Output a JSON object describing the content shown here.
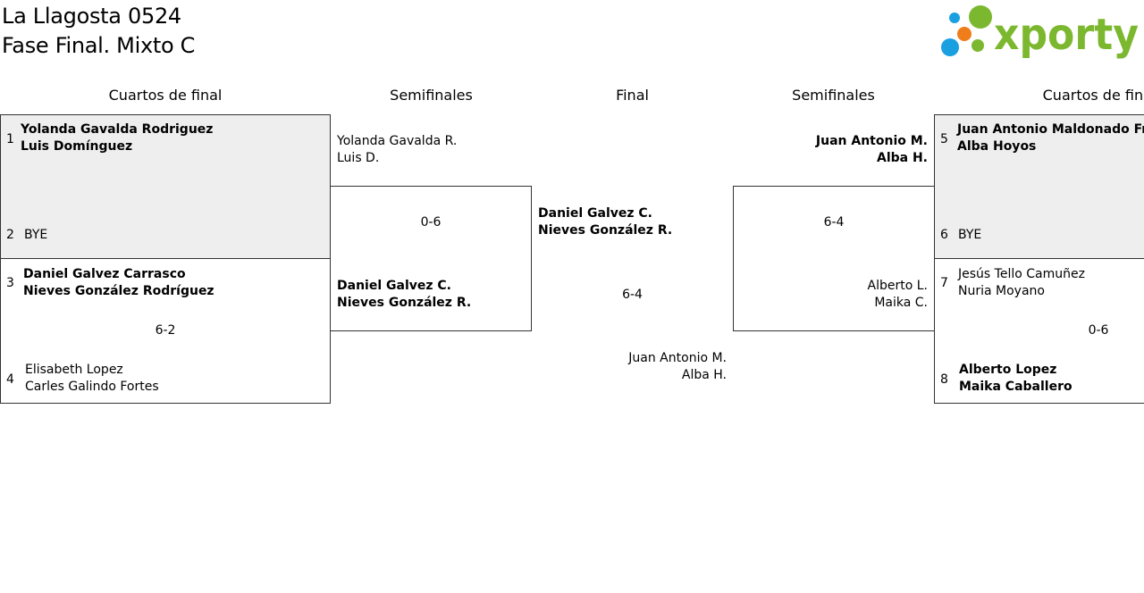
{
  "header": {
    "title_line1": "La Llagosta 0524",
    "title_line2": "Fase Final. Mixto C",
    "logo_text": "xporty",
    "logo_colors": {
      "green": "#7cb82f",
      "blue": "#1a9fe0",
      "orange": "#ef7d1a"
    }
  },
  "columns": {
    "left_quarters": "Cuartos de final",
    "left_semis": "Semifinales",
    "final": "Final",
    "right_semis": "Semifinales",
    "right_quarters": "Cuartos de final"
  },
  "left_quarters": {
    "match1": {
      "seed_a": "1",
      "a_line1": "Yolanda Gavalda Rodriguez",
      "a_line2": "Luis Domínguez",
      "seed_b": "2",
      "b_line1": "BYE"
    },
    "match2": {
      "seed_a": "3",
      "a_line1": "Daniel Galvez Carrasco",
      "a_line2": "Nieves González Rodríguez",
      "score": "6-2",
      "seed_b": "4",
      "b_line1": "Elisabeth Lopez",
      "b_line2": "Carles Galindo Fortes"
    }
  },
  "left_semi": {
    "top_line1": "Yolanda Gavalda R.",
    "top_line2": "Luis D.",
    "score": "0-6",
    "bottom_line1": "Daniel Galvez C.",
    "bottom_line2": "Nieves González R."
  },
  "final": {
    "top_line1": "Daniel Galvez C.",
    "top_line2": "Nieves González R.",
    "score": "6-4",
    "bottom_line1": "Juan Antonio M.",
    "bottom_line2": "Alba H."
  },
  "right_semi": {
    "top_line1": "Juan Antonio M.",
    "top_line2": "Alba H.",
    "score": "6-4",
    "bottom_line1": "Alberto L.",
    "bottom_line2": "Maika C."
  },
  "right_quarters": {
    "match1": {
      "seed_a": "5",
      "a_line1": "Juan Antonio Maldonado Fr",
      "a_line2": "Alba Hoyos",
      "seed_b": "6",
      "b_line1": "BYE"
    },
    "match2": {
      "seed_a": "7",
      "a_line1": "Jesús Tello Camuñez",
      "a_line2": "Nuria Moyano",
      "score": "0-6",
      "seed_b": "8",
      "b_line1": "Alberto Lopez",
      "b_line2": "Maika Caballero"
    }
  }
}
